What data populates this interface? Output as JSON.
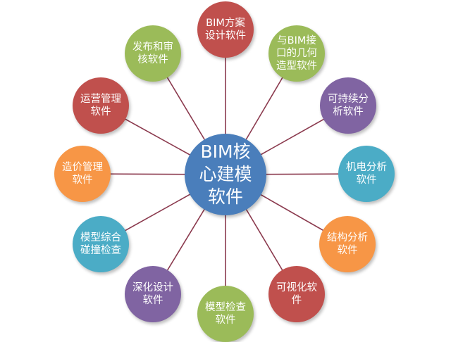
{
  "center": {
    "label": "BIM核心建模软件",
    "color": "#4a7ebb"
  },
  "line_color": "#8b3a4e",
  "nodes": [
    {
      "label": "BIM方案设计软件",
      "color": "#c0504d"
    },
    {
      "label": "与BIM接口的几何造型软件",
      "color": "#9bbb59"
    },
    {
      "label": "可持续分析软件",
      "color": "#8064a2"
    },
    {
      "label": "机电分析软件",
      "color": "#4bacc6"
    },
    {
      "label": "结构分析软件",
      "color": "#f79646"
    },
    {
      "label": "可视化软件",
      "color": "#c0504d"
    },
    {
      "label": "模型检查软件",
      "color": "#9bbb59"
    },
    {
      "label": "深化设计软件",
      "color": "#8064a2"
    },
    {
      "label": "模型综合碰撞检查",
      "color": "#4bacc6"
    },
    {
      "label": "造价管理软件",
      "color": "#f79646"
    },
    {
      "label": "运营管理软件",
      "color": "#c0504d"
    },
    {
      "label": "发布和审核软件",
      "color": "#9bbb59"
    }
  ]
}
